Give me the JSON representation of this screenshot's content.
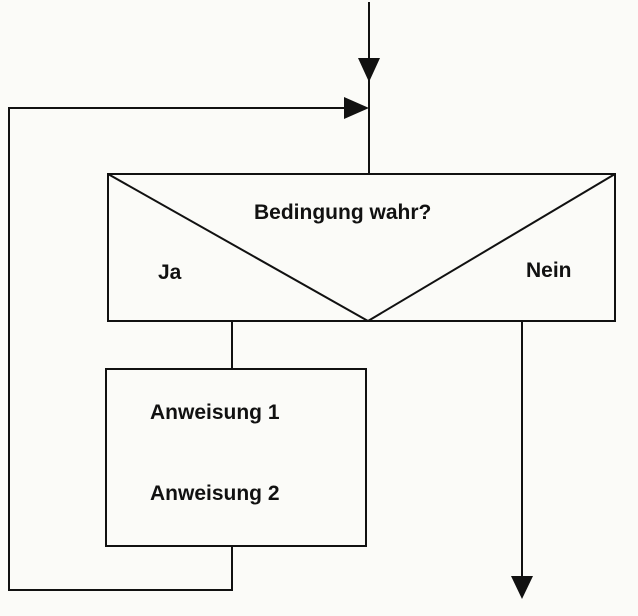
{
  "diagram": {
    "condition": "Bedingung wahr?",
    "yes_label": "Ja",
    "no_label": "Nein",
    "statements": [
      "Anweisung 1",
      "Anweisung 2"
    ]
  },
  "colors": {
    "background": "#fbfbf8",
    "stroke": "#111111",
    "text": "#111111"
  }
}
